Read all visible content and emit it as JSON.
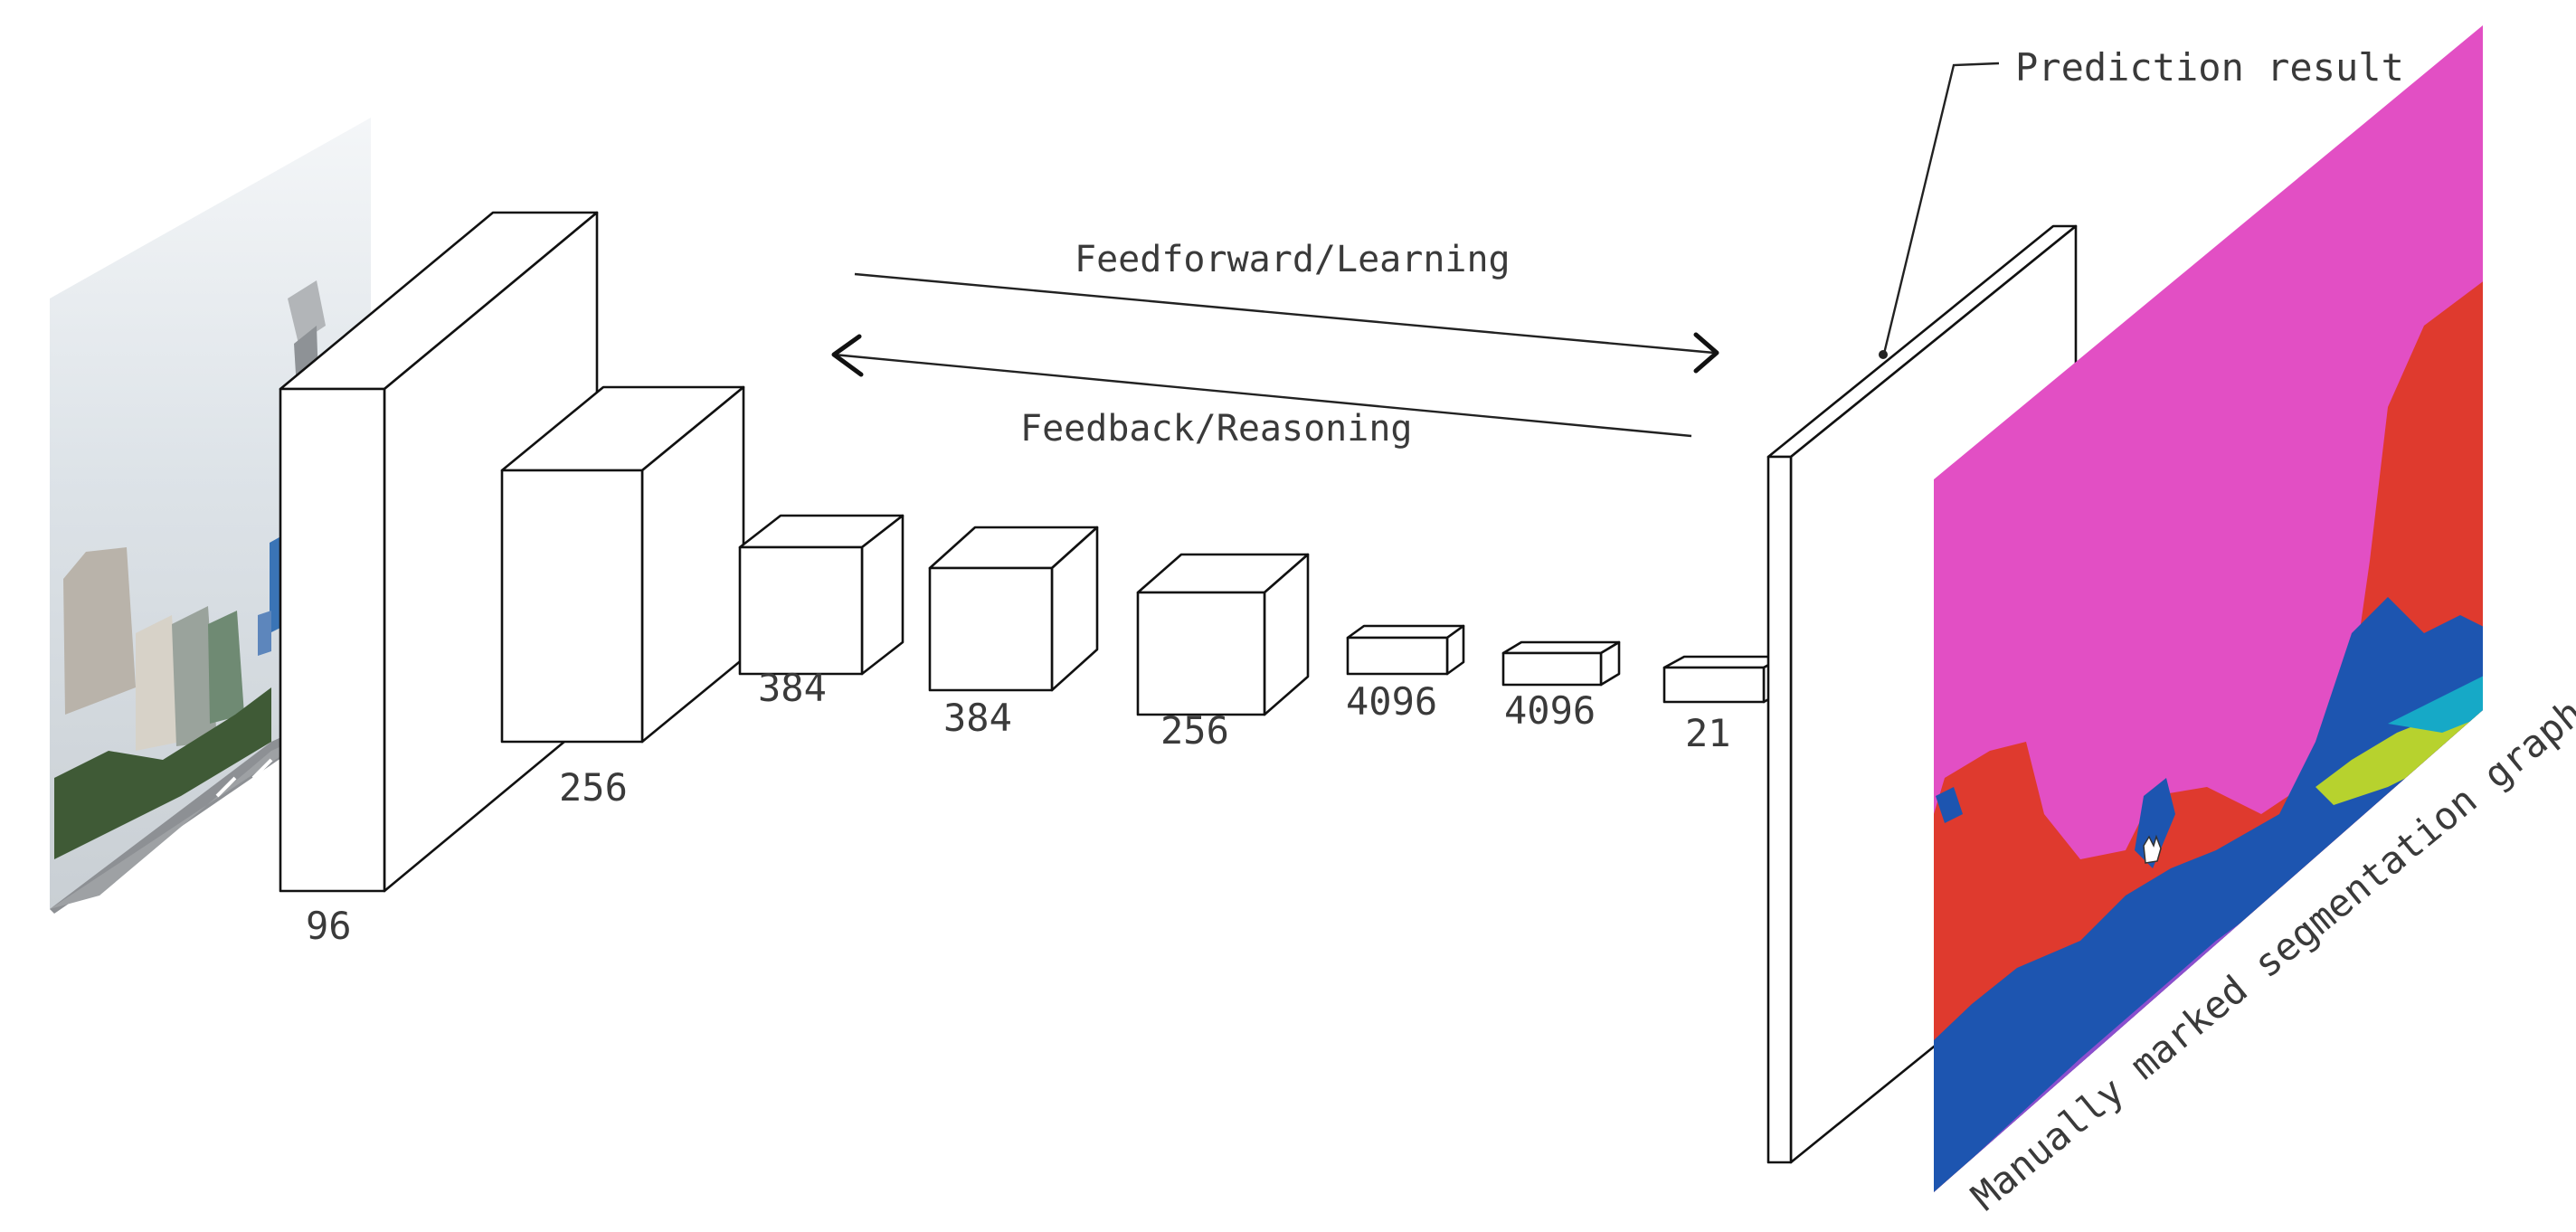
{
  "annotations": {
    "prediction_result": "Prediction result",
    "feedforward": "Feedforward/Learning",
    "feedback": "Feedback/Reasoning",
    "segmentation_label": "Manually marked segmentation graph"
  },
  "layers": [
    {
      "label": "96"
    },
    {
      "label": "256"
    },
    {
      "label": "384"
    },
    {
      "label": "384"
    },
    {
      "label": "256"
    },
    {
      "label": "4096"
    },
    {
      "label": "4096"
    },
    {
      "label": "21"
    }
  ],
  "segmentation_colors": {
    "sky": "#e24fc4",
    "building": "#df3a2e",
    "vegetation": "#1d55b0",
    "road": "#8b4fcf",
    "vehicle": "#b7d22e",
    "sidewalk": "#16a9c7"
  }
}
